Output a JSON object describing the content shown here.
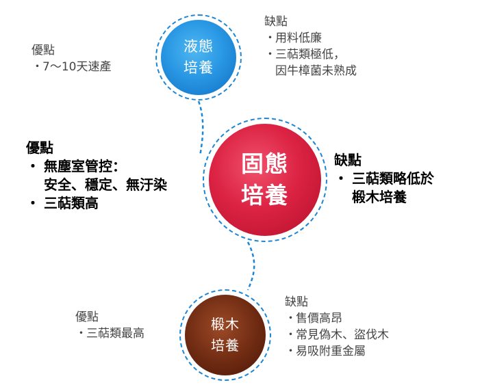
{
  "nodes": {
    "liquid": {
      "line1": "液態",
      "line2": "培養"
    },
    "solid": {
      "line1": "固態",
      "line2": "培養"
    },
    "wood": {
      "line1": "椴木",
      "line2": "培養"
    }
  },
  "liquid_pros": {
    "heading": "優點",
    "items": [
      "7～10天速產"
    ]
  },
  "liquid_cons": {
    "heading": "缺點",
    "items": [
      "用料低廉",
      "三萜類極低，",
      "因牛樟菌未熟成"
    ]
  },
  "solid_pros": {
    "heading": "優點",
    "items": [
      "無塵室管控：",
      "安全、穩定、無汙染",
      "三萜類高"
    ]
  },
  "solid_cons": {
    "heading": "缺點",
    "items": [
      "三萜類略低於",
      "椴木培養"
    ]
  },
  "wood_pros": {
    "heading": "優點",
    "items": [
      "三萜類最高"
    ]
  },
  "wood_cons": {
    "heading": "缺點",
    "items": [
      "售價高昂",
      "常見偽木、盜伐木",
      "易吸附重金屬"
    ]
  },
  "colors": {
    "liquid": "#2a98e4",
    "solid": "#dc2344",
    "wood": "#6e2a12",
    "connector": "#1c86d6"
  }
}
